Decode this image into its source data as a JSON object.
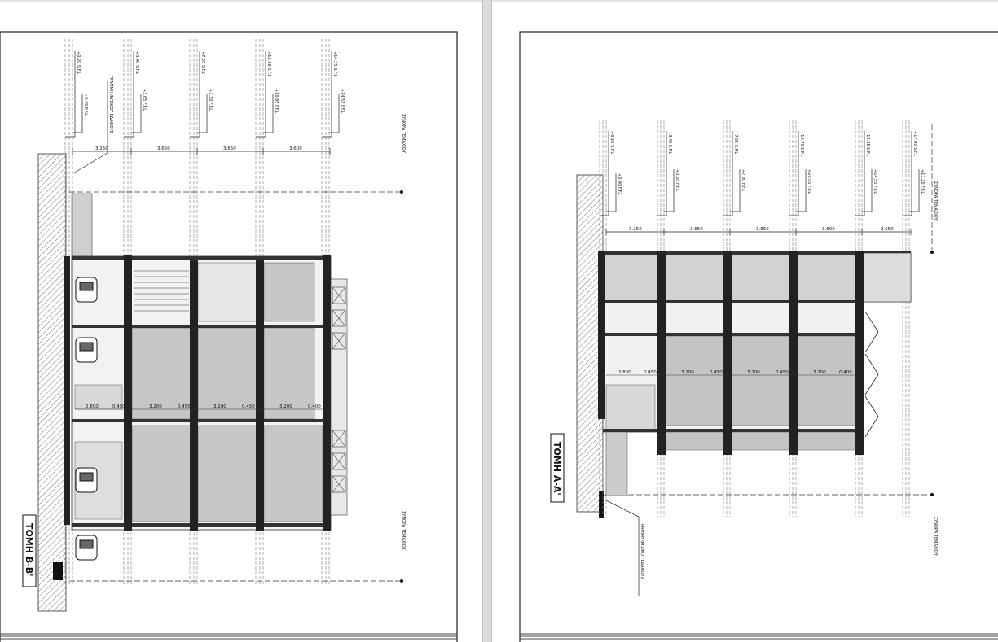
{
  "left_sheet": {
    "section_title": "ΤΟΜΗ Β-Β'",
    "natural_ground_label": "ΓΡΑΜΜΗ ΦΥΣΙΚΟΥ ΕΔΑΦΟΥΣ",
    "plot_boundary_label_top": "ΣΥΝΟΡΑ ΤΕΜΑΧΙΟΥ",
    "plot_boundary_label_bottom": "ΣΥΝΟΡΑ ΤΕΜΑΧΙΟΥ",
    "level_labels": [
      "+0.20 S.F.L",
      "+0.40 F.F.L",
      "+3.40 S.F.L",
      "+3.65 F.F.L",
      "+7.05 S.F.L",
      "+7.30 F.F.L",
      "+10.70 S.F.L",
      "+10.95 F.F.L",
      "+14.35 S.F.L",
      "+14.55 F.F.L"
    ],
    "storey_dims": [
      "3.250",
      "3.650",
      "3.650",
      "3.600"
    ],
    "depth_dims": [
      "2.800",
      "0.450",
      "3.200",
      "0.450",
      "3.200",
      "0.450",
      "3.200",
      "0.400"
    ]
  },
  "right_sheet": {
    "section_title": "ΤΟΜΗ Α-Α'",
    "natural_ground_label": "ΓΡΑΜΜΗ ΦΥΣΙΚΟΥ ΕΔΑΦΟΥΣ",
    "plot_boundary_label_top": "ΣΥΝΟΡΑ ΤΕΜΑΧΙΟΥ",
    "plot_boundary_label_bottom": "ΣΥΝΟΡΑ ΤΕΜΑΧΙΟΥ",
    "level_labels": [
      "+0.20 S.F.L",
      "+0.40 F.F.L",
      "+3.40 S.F.L",
      "+3.65 F.F.L",
      "+7.05 S.F.L",
      "+7.30 F.F.L",
      "+10.70 S.F.L",
      "+10.95 F.F.L",
      "+14.35 S.F.L",
      "+14.55 F.F.L",
      "+17.00 S.F.L",
      "+17.20 F.F.L"
    ],
    "storey_dims": [
      "3.250",
      "3.650",
      "3.650",
      "3.600",
      "2.650"
    ],
    "depth_dims": [
      "2.800",
      "0.450",
      "3.200",
      "0.450",
      "3.200",
      "0.450",
      "3.200",
      "0.400"
    ]
  }
}
